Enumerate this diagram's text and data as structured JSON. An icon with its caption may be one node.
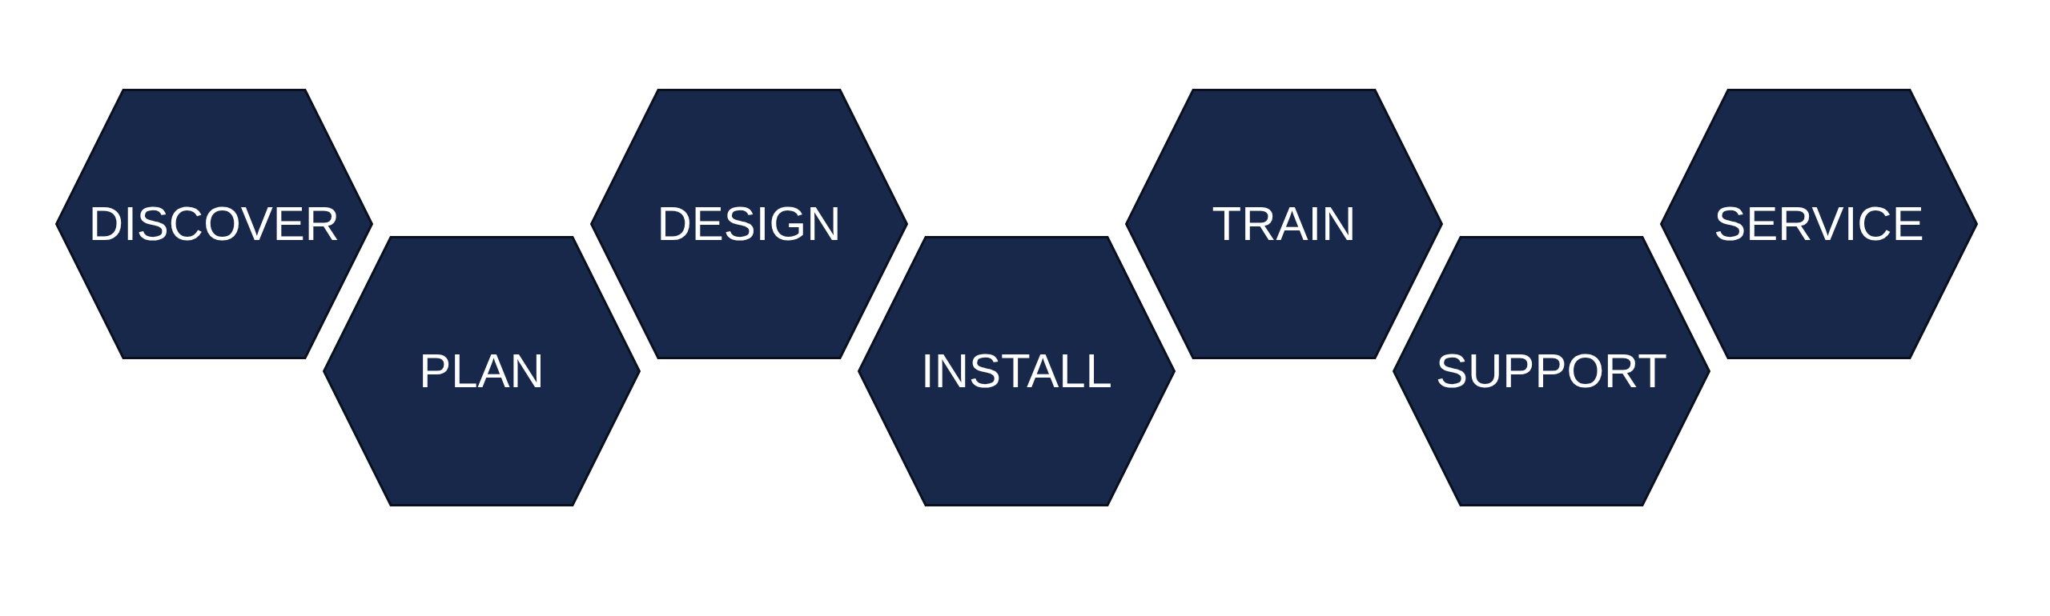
{
  "diagram": {
    "nodes": [
      {
        "text": [
          "DISCOVER"
        ]
      },
      {
        "text": [
          "PLAN"
        ]
      },
      {
        "text": [
          "DESIGN"
        ]
      },
      {
        "text": [
          "INSTALL"
        ]
      },
      {
        "text": [
          "TRAIN"
        ]
      },
      {
        "text": [
          "SUPPORT"
        ]
      },
      {
        "text": [
          "SERVICE"
        ]
      }
    ]
  }
}
